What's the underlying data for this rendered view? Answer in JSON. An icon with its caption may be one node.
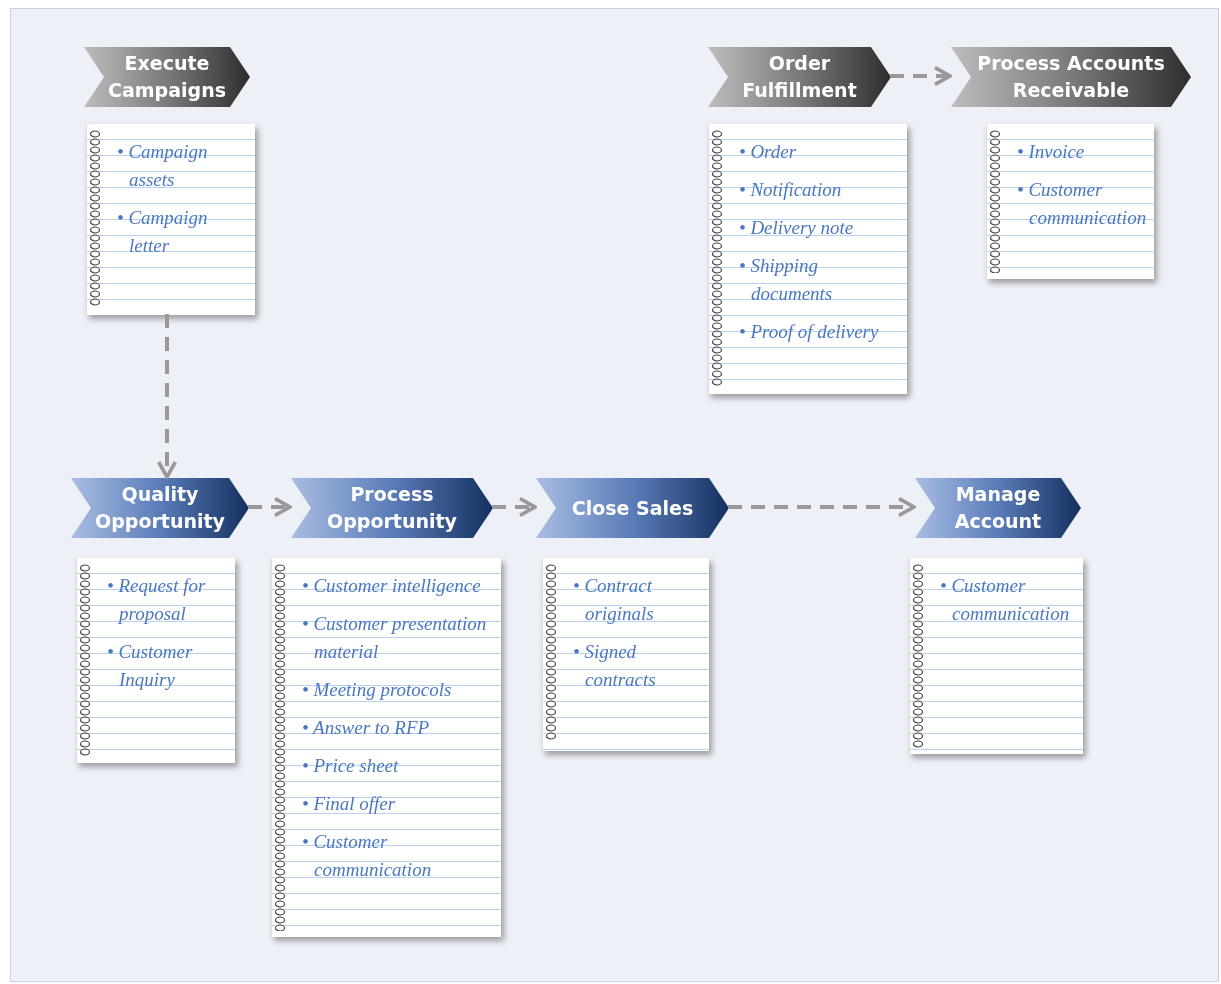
{
  "diagram": {
    "nodes": [
      {
        "text": [
          "Execute Campaigns"
        ]
      },
      {
        "text": [
          "• Campaign assets",
          "• Campaign letter"
        ]
      },
      {
        "text": [
          "Order Fulfillment"
        ]
      },
      {
        "text": [
          "• Order",
          "• Notification",
          "• Delivery note",
          "• Shipping documents",
          "• Proof of delivery"
        ]
      },
      {
        "text": [
          "Process Accounts Receivable"
        ]
      },
      {
        "text": [
          "• Invoice",
          "• Customer communication"
        ]
      },
      {
        "text": [
          "Quality Opportunity"
        ]
      },
      {
        "text": [
          "• Request for proposal",
          "• Customer Inquiry"
        ]
      },
      {
        "text": [
          "Process Opportunity"
        ]
      },
      {
        "text": [
          "• Customer intelligence",
          "• Customer presentation material",
          "• Meeting protocols",
          "• Answer to RFP",
          "• Price sheet",
          "• Final offer",
          "• Customer communication"
        ]
      },
      {
        "text": [
          "Close Sales"
        ]
      },
      {
        "text": [
          "• Contract originals",
          "• Signed contracts"
        ]
      },
      {
        "text": [
          "Manage Account"
        ]
      },
      {
        "text": [
          "• Customer communication"
        ]
      }
    ],
    "edges": [
      {
        "from": 1,
        "to": 6,
        "arrow": "to",
        "style": "dashed"
      },
      {
        "from": 2,
        "to": 4,
        "arrow": "to",
        "style": "dashed"
      },
      {
        "from": 6,
        "to": 8,
        "arrow": "to",
        "style": "dashed"
      },
      {
        "from": 8,
        "to": 10,
        "arrow": "to",
        "style": "dashed"
      },
      {
        "from": 10,
        "to": 12,
        "arrow": "to",
        "style": "dashed"
      }
    ]
  }
}
